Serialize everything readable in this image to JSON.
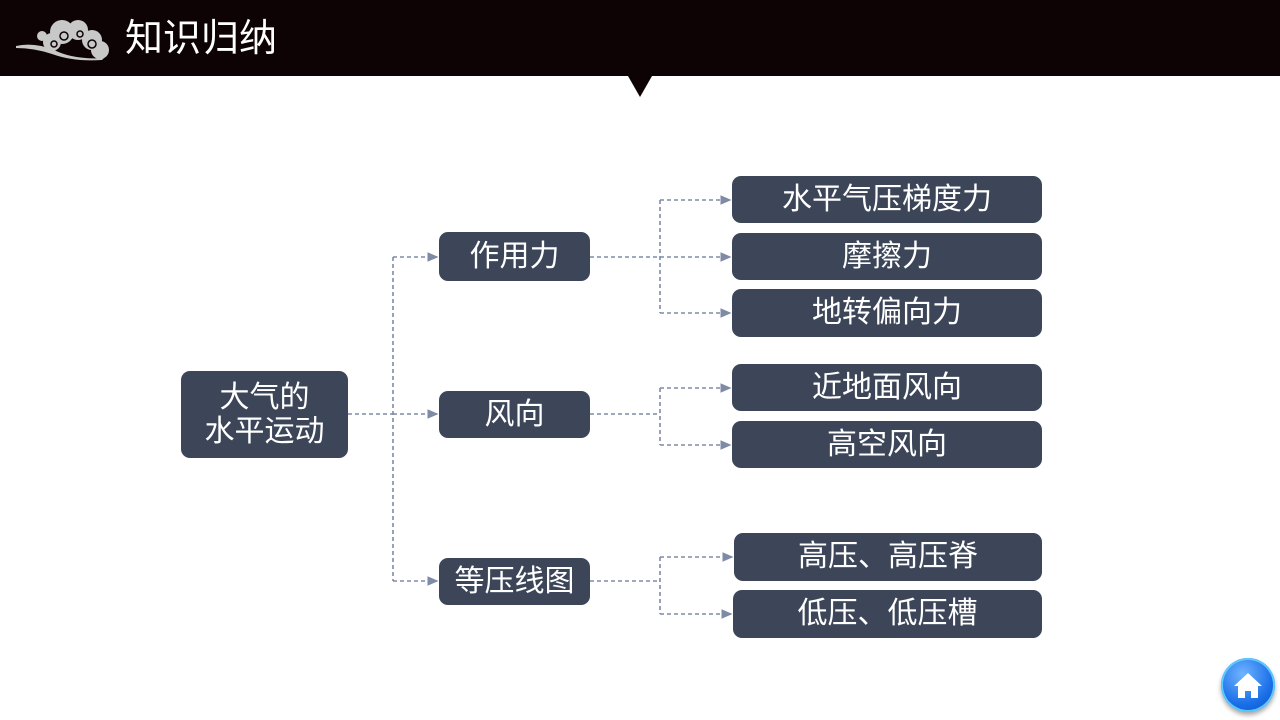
{
  "header": {
    "title": "知识归纳",
    "logo": "cloud-logo"
  },
  "root": {
    "line1": "大气的",
    "line2": "水平运动"
  },
  "branches": [
    {
      "label": "作用力",
      "children": [
        "水平气压梯度力",
        "摩擦力",
        "地转偏向力"
      ]
    },
    {
      "label": "风向",
      "children": [
        "近地面风向",
        "高空风向"
      ]
    },
    {
      "label": "等压线图",
      "children": [
        "高压、高压脊",
        "低压、低压槽"
      ]
    }
  ],
  "colors": {
    "header": "#0d0305",
    "box": "#3c4658",
    "connector": "#7f8aa6"
  },
  "home_button": "home-icon"
}
